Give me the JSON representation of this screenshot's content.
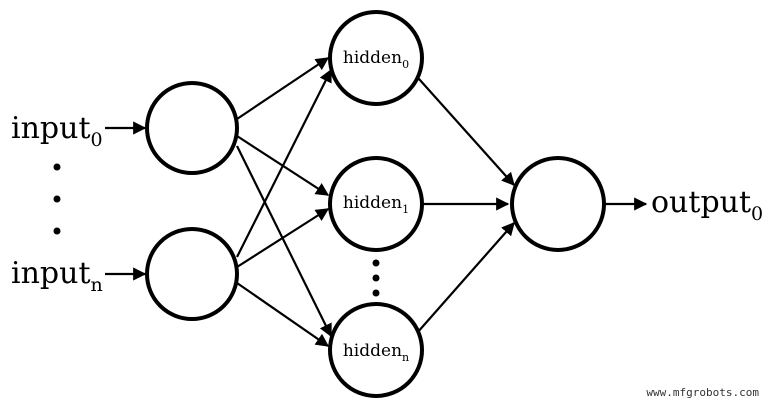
{
  "labels": {
    "input0": {
      "base": "input",
      "sub": "0"
    },
    "inputn": {
      "base": "input",
      "sub": "n"
    },
    "hidden0": {
      "base": "hidden",
      "sub": "0"
    },
    "hidden1": {
      "base": "hidden",
      "sub": "1"
    },
    "hiddenn": {
      "base": "hidden",
      "sub": "n"
    },
    "output0": {
      "base": "output",
      "sub": "0"
    }
  },
  "watermark": "www.mfgrobots.com"
}
